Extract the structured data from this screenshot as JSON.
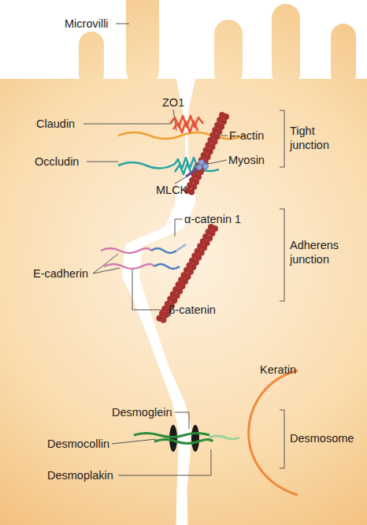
{
  "diagram": {
    "labels": [
      "Microvilli",
      "ZO1",
      "Claudin",
      "F-actin",
      "Tight junction",
      "Myosin",
      "Occludin",
      "MLCK",
      "α-catenin 1",
      "Adherens junction",
      "E-cadherin",
      "β-catenin",
      "Keratin",
      "Desmoglein",
      "Desmocollin",
      "Desmosome",
      "Desmoplakin"
    ]
  }
}
